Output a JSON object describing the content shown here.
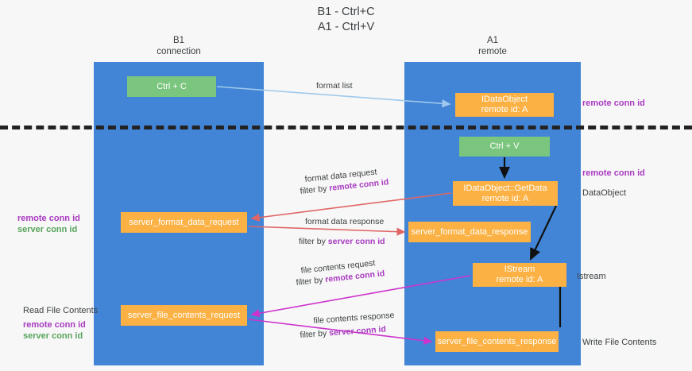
{
  "title": {
    "line1": "B1 - Ctrl+C",
    "line2": "A1 - Ctrl+V"
  },
  "lanes": [
    {
      "id": "b1",
      "name": "B1",
      "role": "connection"
    },
    {
      "id": "a1",
      "name": "A1",
      "role": "remote"
    }
  ],
  "nodes": {
    "ctrl_c": {
      "label": "Ctrl + C",
      "sub": "",
      "color": "#7bc67e"
    },
    "idataobject": {
      "label": "IDataObject",
      "sub": "remote id: A",
      "color": "#fbb143"
    },
    "ctrl_v": {
      "label": "Ctrl + V",
      "sub": "",
      "color": "#7bc67e"
    },
    "getdata": {
      "label": "IDataObject::GetData",
      "sub": "remote id: A",
      "color": "#fbb143"
    },
    "sfd_request": {
      "label": "server_format_data_request",
      "sub": "",
      "color": "#fbb143"
    },
    "sfd_response": {
      "label": "server_format_data_response",
      "sub": "",
      "color": "#fbb143"
    },
    "istream": {
      "label": "IStream",
      "sub": "remote id: A",
      "color": "#fbb143"
    },
    "sfc_request": {
      "label": "server_file_contents_request",
      "sub": "",
      "color": "#fbb143"
    },
    "sfc_response": {
      "label": "server_file_contents_response",
      "sub": "",
      "color": "#fbb143"
    }
  },
  "edge_labels": {
    "format_list": "format list",
    "format_data_request": "format data request",
    "format_data_request_filter_prefix": "filter by ",
    "format_data_request_filter_key": "remote conn id",
    "format_data_response": "format data response",
    "format_data_response_filter_prefix": "filter by ",
    "format_data_response_filter_key": "server conn id",
    "file_contents_request": "file contents request",
    "file_contents_request_filter_prefix": "filter by ",
    "file_contents_request_filter_key": "remote conn id",
    "file_contents_response": "file contents response",
    "file_contents_response_filter_prefix": "filter by ",
    "file_contents_response_filter_key": "server conn id"
  },
  "side_labels": {
    "right_remote_conn_id_top": "remote conn id",
    "right_remote_conn_id_mid": "remote conn id",
    "right_dataobject": "DataObject",
    "right_istream": "Istream",
    "right_write_file_contents": "Write File Contents",
    "left_remote_conn_id_1": "remote conn id",
    "left_server_conn_id_1": "server conn id",
    "left_read_file_contents": "Read File Contents",
    "left_remote_conn_id_2": "remote conn id",
    "left_server_conn_id_2": "server conn id"
  },
  "colors": {
    "lane_blue": "#4285d6",
    "node_green": "#7bc67e",
    "node_orange": "#fbb143",
    "accent_purple": "#a83ac0",
    "accent_green": "#58a55c",
    "arrow_lightblue": "#9fc9ec",
    "arrow_red": "#e06666",
    "arrow_magenta": "#cc33cc",
    "arrow_black": "#111111",
    "background": "#f7f7f7",
    "divider": "#222222"
  }
}
